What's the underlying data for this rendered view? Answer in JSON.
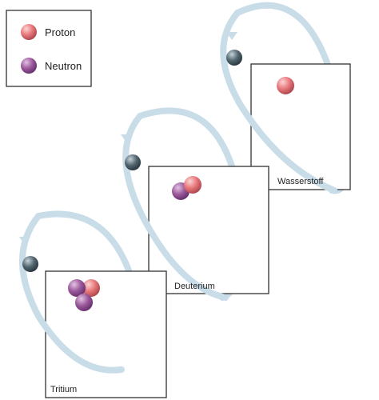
{
  "legend": {
    "proton_label": "Proton",
    "neutron_label": "Neutron"
  },
  "atoms": {
    "hydrogen": {
      "label": "Wasserstoff",
      "protons": 1,
      "neutrons": 0
    },
    "deuterium": {
      "label": "Deuterium",
      "protons": 1,
      "neutrons": 1
    },
    "tritium": {
      "label": "Tritium",
      "protons": 1,
      "neutrons": 2
    }
  },
  "colors": {
    "proton": "#e8787c",
    "neutron": "#9c5a9c",
    "electron": "#546872",
    "orbit": "#c9dde9",
    "frame": "#333333"
  }
}
